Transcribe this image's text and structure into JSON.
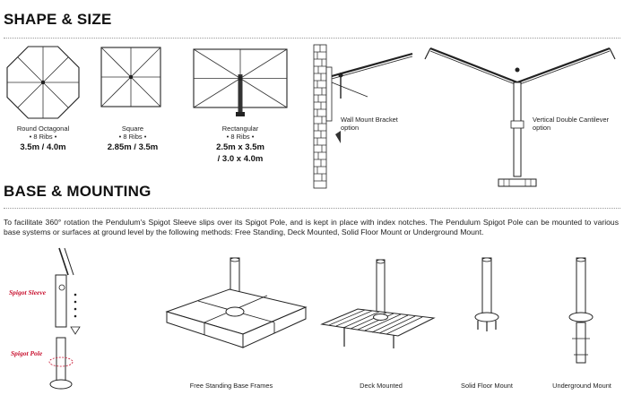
{
  "shape_size": {
    "title": "SHAPE & SIZE",
    "umbrellas": [
      {
        "name": "Round Octagonal",
        "ribs": "• 8 Ribs •",
        "sizes": [
          "3.5m / 4.0m"
        ]
      },
      {
        "name": "Square",
        "ribs": "• 8 Ribs •",
        "sizes": [
          "2.85m / 3.5m"
        ]
      },
      {
        "name": "Rectangular",
        "ribs": "• 8 Ribs •",
        "sizes": [
          "2.5m x 3.5m",
          "/ 3.0 x 4.0m"
        ]
      }
    ],
    "options": [
      {
        "line1": "Wall Mount Bracket",
        "line2": "option"
      },
      {
        "line1": "Vertical Double Cantilever",
        "line2": "option"
      }
    ]
  },
  "base_mounting": {
    "title": "BASE & MOUNTING",
    "description": "To facilitate 360° rotation the Pendulum's Spigot Sleeve slips over its Spigot Pole, and is kept in place with index notches. The Pendulum Spigot Pole can be mounted to various base systems or surfaces at ground level by the following methods: Free Standing, Deck Mounted, Solid Floor Mount or Underground Mount.",
    "spigot_sleeve_label": "Spigot Sleeve",
    "spigot_pole_label": "Spigot Pole",
    "mounts": [
      "Free Standing Base Frames",
      "Deck Mounted",
      "Solid Floor Mount",
      "Underground Mount"
    ]
  }
}
